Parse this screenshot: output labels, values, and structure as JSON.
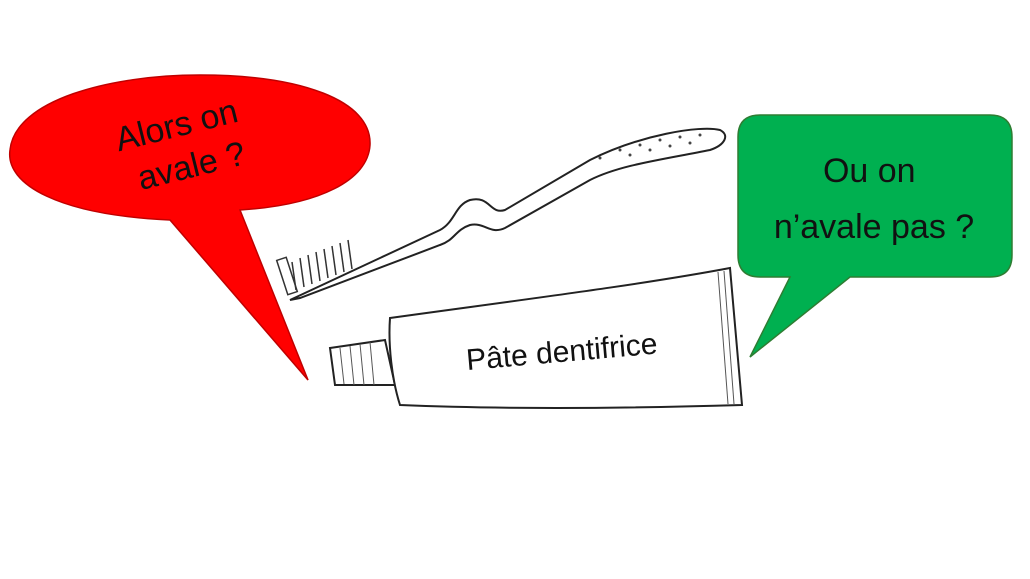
{
  "left_bubble": {
    "line1": "Alors on",
    "line2": "avale ?",
    "color": "#ff0000"
  },
  "right_bubble": {
    "line1": "Ou on",
    "line2": "n’avale pas ?",
    "color": "#00b050"
  },
  "tube": {
    "label": "Pâte dentifrice"
  },
  "icons": [
    "toothbrush-icon",
    "toothpaste-tube-icon"
  ]
}
